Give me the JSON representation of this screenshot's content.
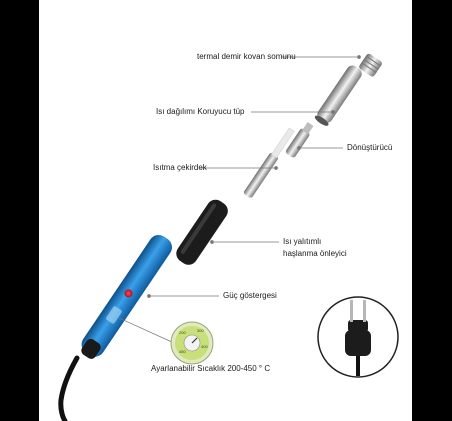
{
  "labels": {
    "nut": "termal demir kovan somunu",
    "tube": "Isı dağılımı Koruyucu tüp",
    "converter": "Dönüştürücü",
    "core": "Isıtma çekirdek",
    "insulation_line1": "Isı yalıtımlı",
    "insulation_line2": "haşlanma önleyici",
    "power": "Güç göstergesi",
    "adjustable": "Ayarlanabilir Sıcaklık 200-450 ° C"
  },
  "icons": [
    "soldering-iron-illustration",
    "temperature-dial-icon",
    "eu-power-plug-icon"
  ],
  "colors": {
    "handle_blue": "#2f8fd8",
    "grip_black": "#1c1c1c",
    "indicator_red": "#e8273a",
    "dial_green": "#c9e07a"
  }
}
